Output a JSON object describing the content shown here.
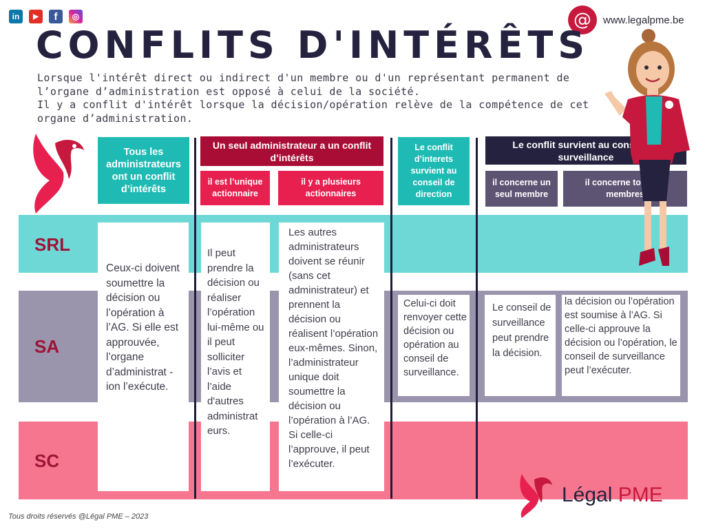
{
  "social": {
    "linkedin": "in",
    "youtube": "▶",
    "facebook": "f",
    "instagram": "◎"
  },
  "contact": {
    "at_symbol": "@",
    "website": "www.legalpme.be"
  },
  "title": "CONFLITS D'INTÉRÊTS",
  "intro": {
    "line1": "Lorsque l'intérêt direct ou indirect d'un membre ou d'un représentant permanent de l’organe d’administration est opposé à celui de la société.",
    "line2": "Il y a conflit d'intérêt lorsque la décision/opération relève de la compétence de cet organe d’administration."
  },
  "headers": {
    "all_admins": "Tous les administrateurs ont un conflit d’intérêts",
    "single_admin": "Un seul administrateur a un conflit d’intérêts",
    "sole_shareholder": "il est l’unique actionnaire",
    "multiple_shareholders": "il y a plusieurs actionnaires",
    "management_board": "Le conflit d’interets survient au conseil de direction",
    "supervisory_board": "Le conflit survient au conseil de surveillance",
    "one_member": "il concerne un seul membre",
    "all_members": "il concerne tous les membres"
  },
  "rows": {
    "srl": "SRL",
    "sa": "SA",
    "sc": "SC"
  },
  "cells": {
    "all_admins": "Ceux-ci doivent soumettre la décision ou l’opération à l’AG. Si elle est approuvée, l’organe d’administrat -ion l’exécute.",
    "sole_shareholder": "Il peut prendre la décision ou réaliser l’opération lui-même ou il peut solliciter l’avis et l’aide d'autres administrat eurs.",
    "multiple_shareholders": "Les autres administrateurs doivent se réunir (sans cet administrateur) et prennent la décision ou réalisent l’opération eux-mêmes. Sinon, l’administrateur unique doit soumettre la décision ou l’opération à l’AG. Si celle-ci l’approuve, il peut l’exécuter.",
    "management_board": "Celui-ci doit renvoyer cette décision ou opération au conseil de surveillance.",
    "one_member": "Le conseil de surveillance peut prendre la décision.",
    "all_members": "la décision ou l’opération est soumise à l’AG. Si celle-ci approuve la décision ou l’opération, le conseil de surveillance peut l’exécuter."
  },
  "footer": "Tous droits réservés @Légal PME – 2023",
  "brand": {
    "part1": "Légal",
    "part2": "PME"
  },
  "colors": {
    "navy": "#24223e",
    "teal": "#1fbab3",
    "crimson": "#a90d35",
    "pink": "#e8204f",
    "purple": "#5d5474",
    "teal_band": "#6dd8d6",
    "grey_band": "#9a94ac",
    "pink_band": "#f7768f"
  }
}
